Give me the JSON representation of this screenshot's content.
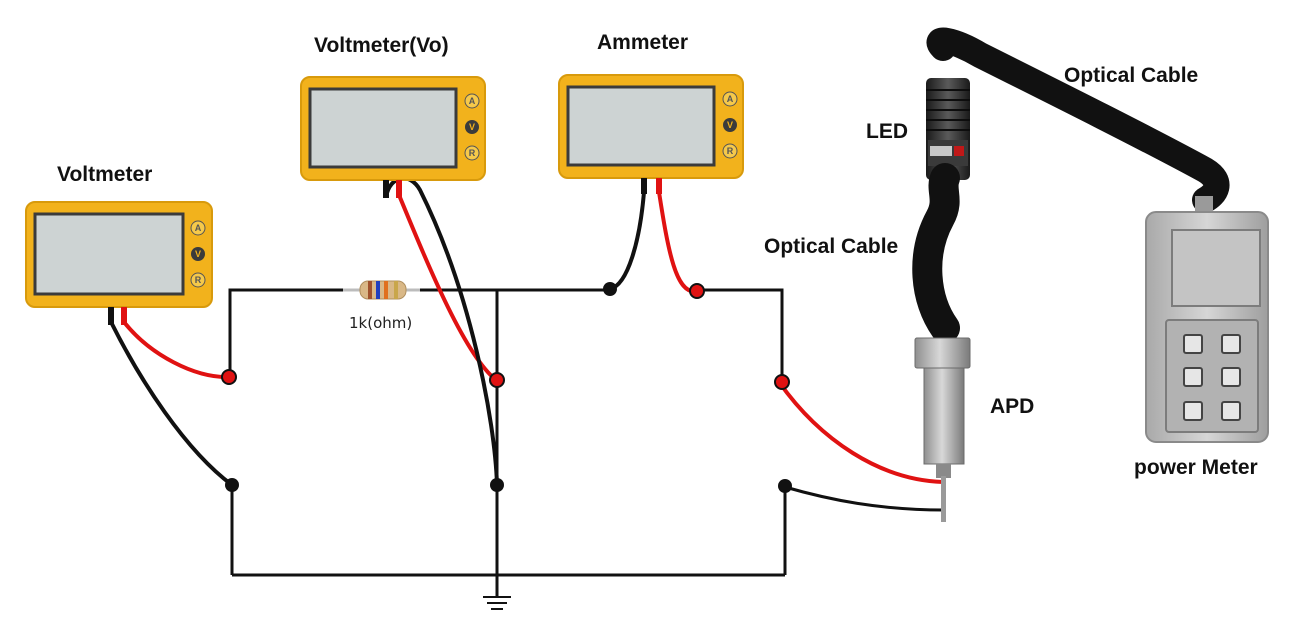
{
  "labels": {
    "voltmeter_left": "Voltmeter",
    "voltmeter_vo": "Voltmeter(Vo)",
    "ammeter": "Ammeter",
    "resistor": "1k(ohm)",
    "led": "LED",
    "optical_cable_lower": "Optical Cable",
    "optical_cable_upper": "Optical Cable",
    "apd": "APD",
    "power_meter": "power Meter"
  },
  "meter_buttons": [
    "A",
    "V",
    "R"
  ],
  "colors": {
    "meter_body": "#f2b21c",
    "meter_screen": "#cdd3d3",
    "wire_black": "#111111",
    "wire_red": "#e01212",
    "cable": "#111111",
    "power_meter_body": "#c9c9c9"
  }
}
